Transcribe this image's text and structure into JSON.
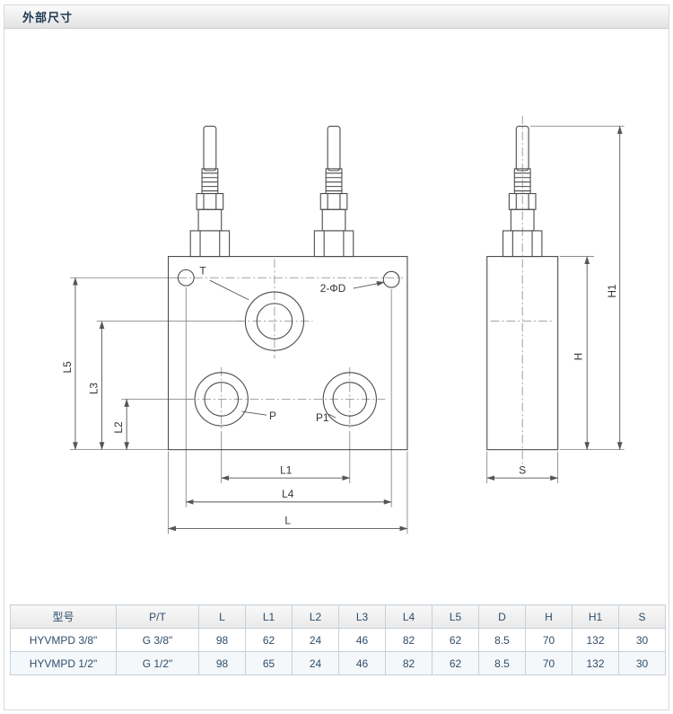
{
  "page": {
    "header_title": "外部尺寸"
  },
  "drawing": {
    "labels": {
      "t": "T",
      "p": "P",
      "p1": "P1",
      "d": "2-ΦD",
      "l": "L",
      "l1": "L1",
      "l2": "L2",
      "l3": "L3",
      "l4": "L4",
      "l5": "L5",
      "h": "H",
      "h1": "H1",
      "s": "S"
    }
  },
  "table": {
    "headers": [
      "型号",
      "P/T",
      "L",
      "L1",
      "L2",
      "L3",
      "L4",
      "L5",
      "D",
      "H",
      "H1",
      "S"
    ],
    "rows": [
      [
        "HYVMPD 3/8\"",
        "G 3/8\"",
        "98",
        "62",
        "24",
        "46",
        "82",
        "62",
        "8.5",
        "70",
        "132",
        "30"
      ],
      [
        "HYVMPD 1/2\"",
        "G 1/2\"",
        "98",
        "65",
        "24",
        "46",
        "82",
        "62",
        "8.5",
        "70",
        "132",
        "30"
      ]
    ]
  }
}
